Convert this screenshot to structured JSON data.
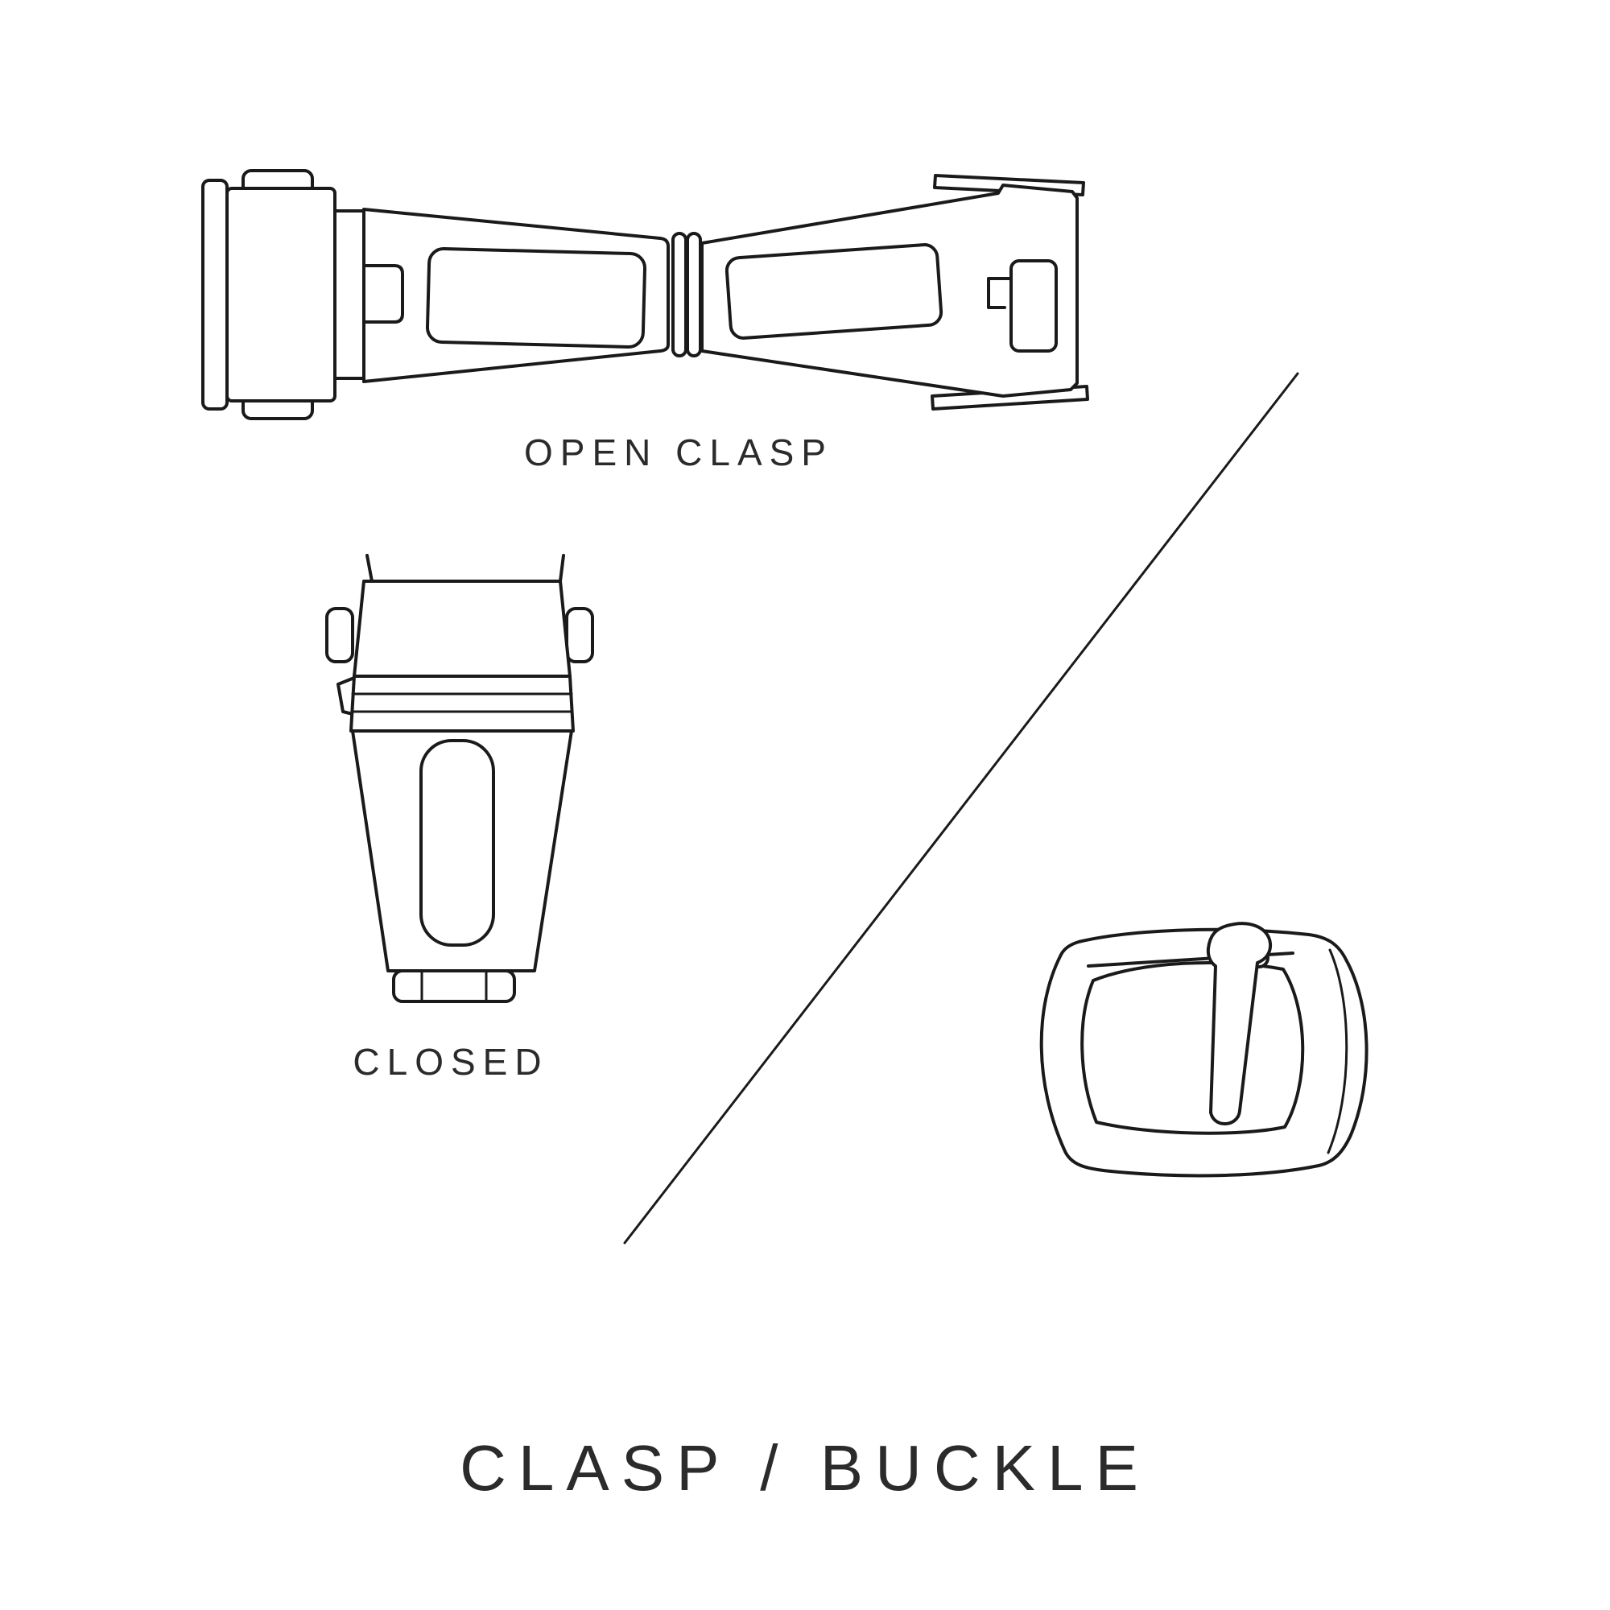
{
  "page": {
    "background": "#ffffff",
    "ink": "#1a1a1a",
    "text_color": "#2b2b2b"
  },
  "diagram": {
    "title": "CLASP / BUCKLE",
    "labels": {
      "open_clasp": "OPEN CLASP",
      "closed": "CLOSED"
    },
    "figures": [
      {
        "name": "open-clasp-illustration",
        "caption": "OPEN CLASP"
      },
      {
        "name": "closed-clasp-illustration",
        "caption": "CLOSED"
      },
      {
        "name": "buckle-illustration",
        "caption": ""
      }
    ]
  }
}
